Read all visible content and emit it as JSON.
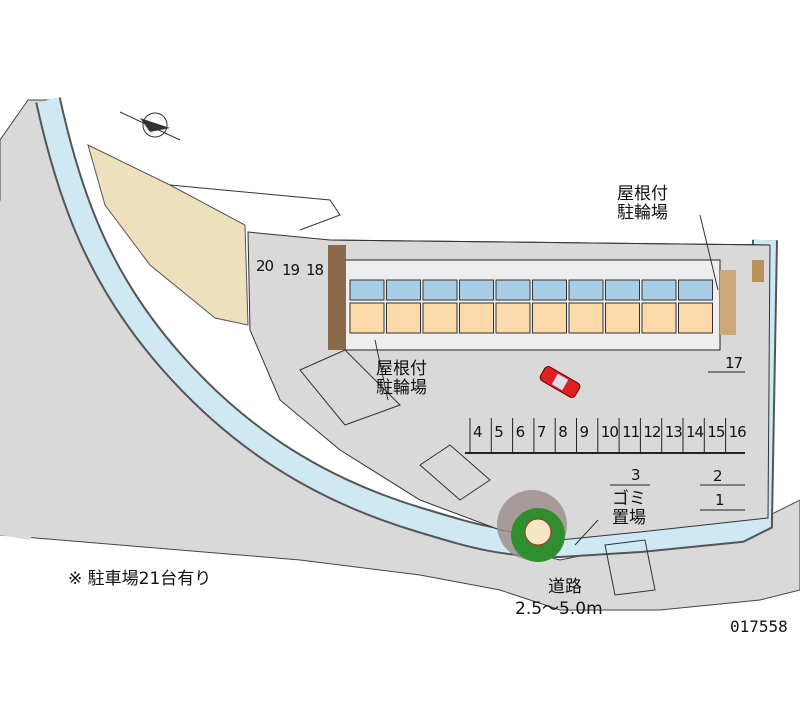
{
  "map": {
    "labels": {
      "bicycle_parking_top": [
        "屋根付",
        "駐輪場"
      ],
      "bicycle_parking_mid": [
        "屋根付",
        "駐輪場"
      ],
      "garbage": [
        "ゴミ",
        "置場"
      ],
      "road": "道路",
      "road_width": "2.5～5.0m",
      "parking_note": "※ 駐車場21台有り",
      "property_code": "017558"
    },
    "parking_spaces": {
      "top_left": [
        "20",
        "19",
        "18"
      ],
      "row": [
        "4",
        "5",
        "6",
        "7",
        "8",
        "9",
        "10",
        "11",
        "12",
        "13",
        "14",
        "15",
        "16"
      ],
      "right": "17",
      "lower": [
        "3",
        "2",
        "1"
      ]
    },
    "icons": [
      "compass-icon",
      "car-icon",
      "tree-icon"
    ],
    "colors": {
      "lot": "#d9d9d9",
      "river": "#cfe9f4",
      "field": "#eedfbd",
      "unit": "#fbd9a8",
      "car": "#e02020",
      "tree": "#2f8f2f"
    }
  }
}
